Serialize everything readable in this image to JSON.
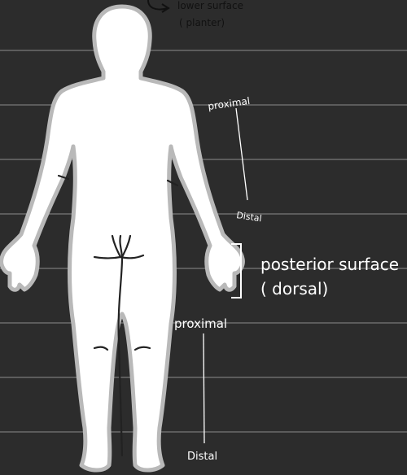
{
  "labels": {
    "lower_surface_line1": "lower surface",
    "lower_surface_line2": "( planter)",
    "arm_proximal": "proximal",
    "arm_distal": "Distal",
    "posterior_surface": "posterior surface",
    "posterior_dorsal": "( dorsal)",
    "leg_proximal": "proximal",
    "leg_distal": "Distal"
  },
  "colors": {
    "background": "#2c2c2c",
    "ruled_line": "#7a7a7a",
    "body_fill": "#ffffff",
    "body_outline": "#b9b9b9",
    "ink": "#ffffff",
    "dark_ink": "#111111"
  }
}
